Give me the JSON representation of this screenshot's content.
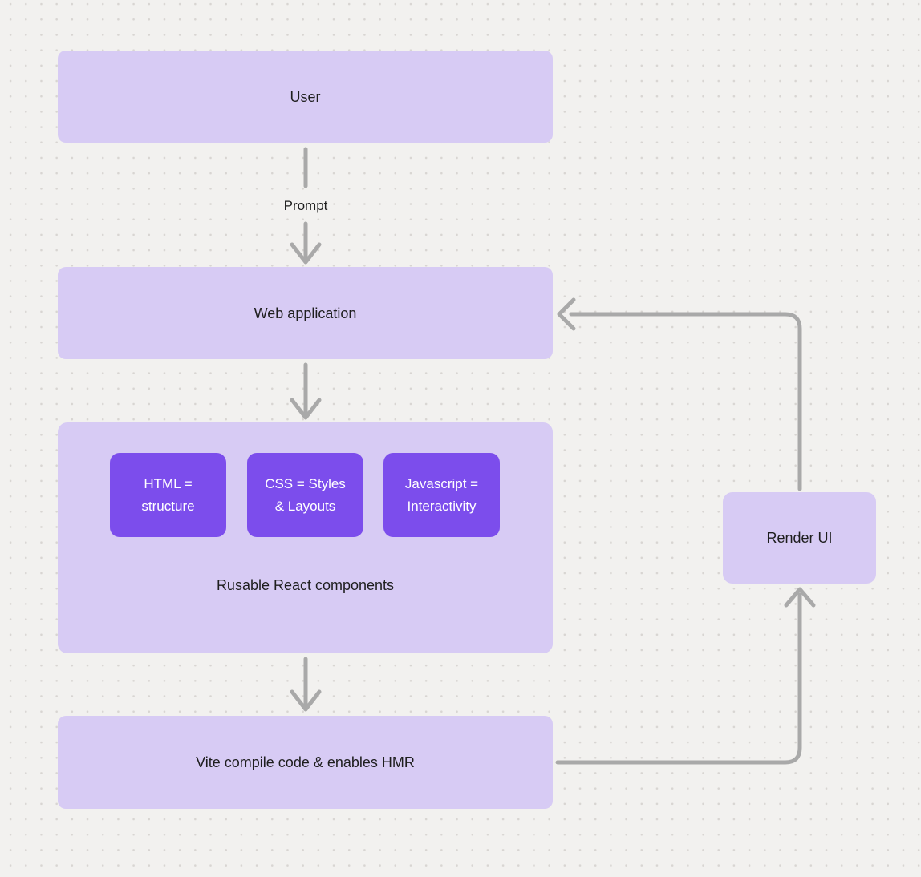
{
  "colors": {
    "canvas_bg": "#f2f1ef",
    "dot_color": "#d8d5d2",
    "node_fill": "#d7cbf4",
    "chip_fill": "#7c4dec",
    "arrow": "#a9a9a9",
    "text_dark": "#1e1e1e",
    "text_light": "#ffffff"
  },
  "nodes": {
    "user": {
      "label": "User"
    },
    "web_application": {
      "label": "Web application"
    },
    "components": {
      "chips": [
        {
          "lines": [
            "HTML =",
            "structure"
          ]
        },
        {
          "lines": [
            "CSS = Styles",
            "& Layouts"
          ]
        },
        {
          "lines": [
            "Javascript =",
            "Interactivity"
          ]
        }
      ],
      "label": "Rusable React components"
    },
    "vite": {
      "label": "Vite compile code & enables HMR"
    },
    "render_ui": {
      "label": "Render UI"
    }
  },
  "edges": {
    "prompt_label": "Prompt"
  }
}
